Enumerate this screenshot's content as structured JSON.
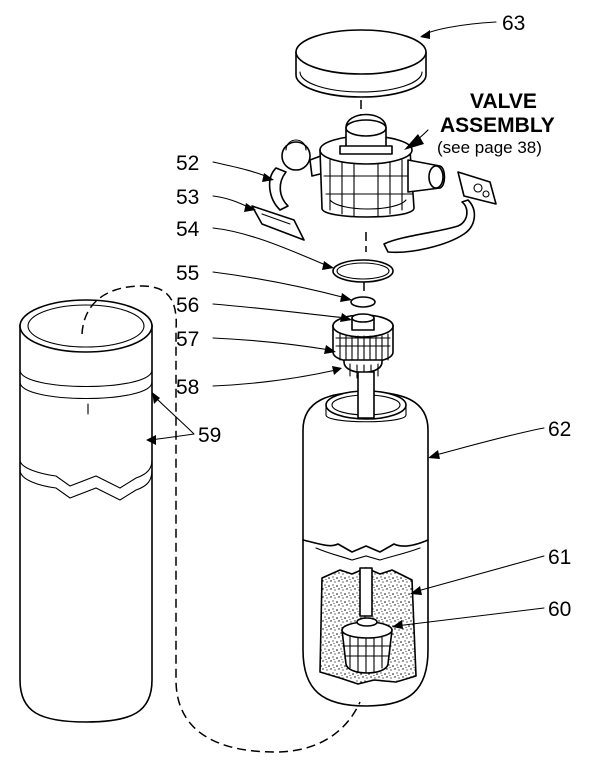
{
  "callouts": {
    "c63": "63",
    "c52": "52",
    "c53": "53",
    "c54": "54",
    "c55": "55",
    "c56": "56",
    "c57": "57",
    "c58": "58",
    "c59": "59",
    "c60": "60",
    "c61": "61",
    "c62": "62"
  },
  "valve_label": {
    "line1": "VALVE",
    "line2": "ASSEMBLY",
    "line3": "(see page 38)"
  }
}
